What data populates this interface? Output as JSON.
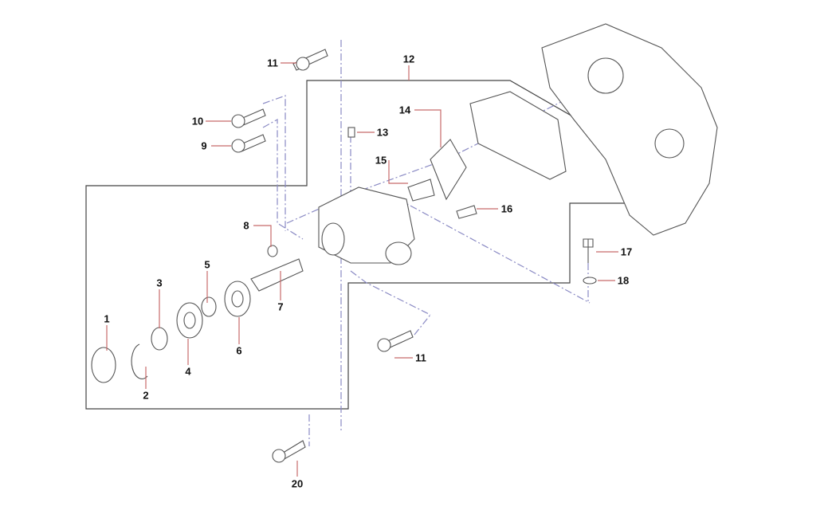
{
  "diagram": {
    "callouts": [
      {
        "id": "1",
        "label": "1"
      },
      {
        "id": "2",
        "label": "2"
      },
      {
        "id": "3",
        "label": "3"
      },
      {
        "id": "4",
        "label": "4"
      },
      {
        "id": "5",
        "label": "5"
      },
      {
        "id": "6",
        "label": "6"
      },
      {
        "id": "7",
        "label": "7"
      },
      {
        "id": "8",
        "label": "8"
      },
      {
        "id": "9",
        "label": "9"
      },
      {
        "id": "10",
        "label": "10"
      },
      {
        "id": "11a",
        "label": "11"
      },
      {
        "id": "11b",
        "label": "11"
      },
      {
        "id": "12",
        "label": "12"
      },
      {
        "id": "13",
        "label": "13"
      },
      {
        "id": "14",
        "label": "14"
      },
      {
        "id": "15",
        "label": "15"
      },
      {
        "id": "16",
        "label": "16"
      },
      {
        "id": "17",
        "label": "17"
      },
      {
        "id": "18",
        "label": "18"
      },
      {
        "id": "20",
        "label": "20"
      }
    ],
    "colors": {
      "leader": "#c76a6a",
      "centerline": "#8a8ac4",
      "outline": "#444444"
    }
  }
}
